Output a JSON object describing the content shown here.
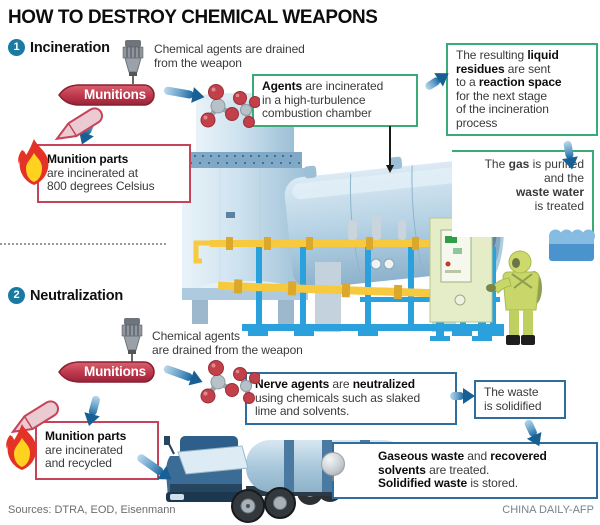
{
  "title": "HOW TO DESTROY CHEMICAL WEAPONS",
  "s1": {
    "num": "1",
    "heading": "Incineration",
    "drain_lines": [
      "Chemical agents are drained",
      "from the weapon"
    ],
    "munitions_label": "Munitions",
    "agents_box": {
      "segments": [
        "Agents",
        " are incinerated",
        "in a high-turbulence",
        "combustion chamber"
      ]
    },
    "liquid_box": {
      "segments": [
        "The resulting ",
        "liquid",
        "residues",
        " are sent",
        "to a ",
        "reaction space",
        "for the next stage",
        "of the incineration",
        "process"
      ]
    },
    "gas_note": {
      "segments": [
        "The ",
        "gas",
        " is purified",
        "and the",
        "waste water",
        "is treated"
      ]
    },
    "munition_parts_box": {
      "segments": [
        "Munition parts",
        "are incinerated at",
        "800 degrees Celsius"
      ]
    }
  },
  "s2": {
    "num": "2",
    "heading": "Neutralization",
    "drain_lines": [
      "Chemical agents",
      "are drained from the weapon"
    ],
    "munitions_label": "Munitions",
    "nerve_box": {
      "segments": [
        "Nerve agents",
        " are ",
        "neutralized",
        "using chemicals such as slaked",
        "lime and solvents."
      ]
    },
    "waste_box": {
      "segments": [
        "The waste",
        "is solidified"
      ]
    },
    "gaseous_box": {
      "segments": [
        "Gaseous waste",
        " and ",
        "recovered",
        "solvents",
        " are treated.",
        "Solidified waste",
        " is stored."
      ]
    },
    "munition_parts_box": {
      "segments": [
        "Munition parts",
        "are incinerated",
        "and recycled"
      ]
    }
  },
  "footer": {
    "sources": "Sources: DTRA, EOD, Eisenmann",
    "credit": "CHINA DAILY-AFP"
  },
  "colors": {
    "green_border": "#3aab76",
    "blue_border": "#2d6e9e",
    "red_border": "#c5445a",
    "arrow_blue": "#1a67a0",
    "munition_red": "#c13a4e",
    "number_circle": "#1b7aa2",
    "flame_red": "#e53226",
    "flame_yellow": "#ffd21f",
    "pipe_yellow": "#f6c93e",
    "frame_blue": "#2aa0dc",
    "suit_green": "#c9d76a",
    "water_blue": "#4a93cc"
  },
  "icons": {
    "drain_valve": "drain-valve-icon",
    "munitions_shell": "munitions-shell-icon",
    "empty_shell": "empty-shell-icon",
    "flame": "flame-icon",
    "molecule": "molecule-icon",
    "water": "water-icon",
    "worker": "hazmat-worker-icon",
    "plant": "incinerator-plant-illustration",
    "truck": "tanker-truck-illustration",
    "sphere": "waste-sphere-icon"
  }
}
